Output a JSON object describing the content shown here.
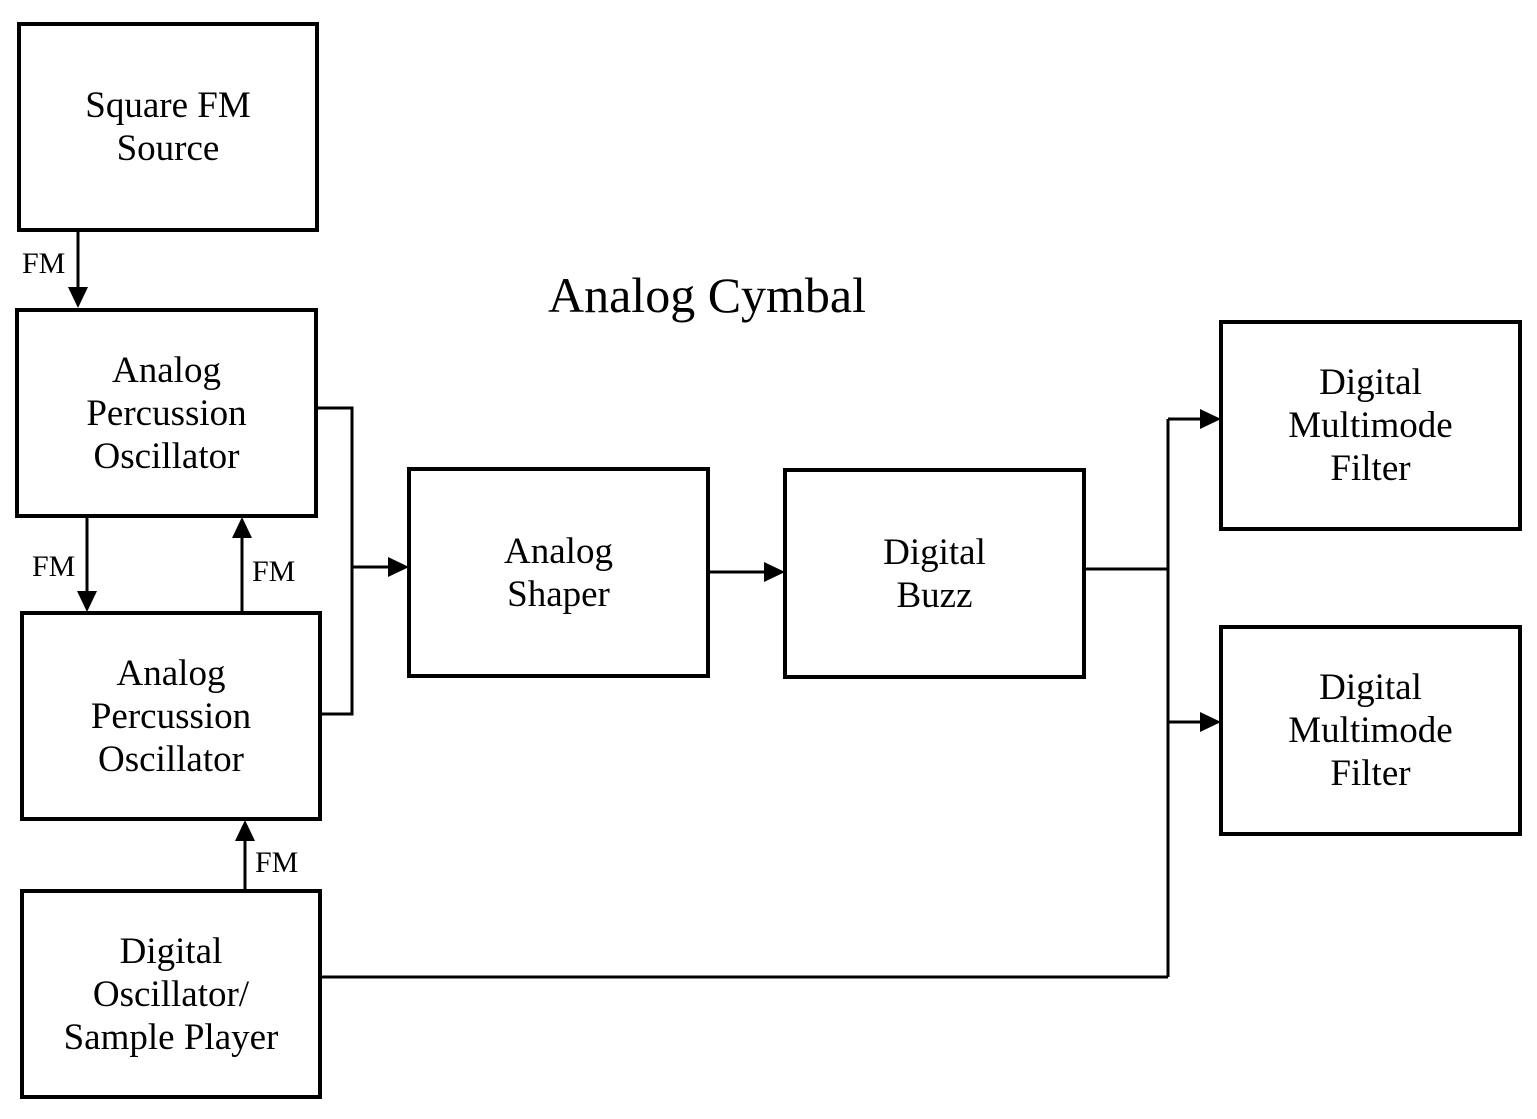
{
  "title": "Analog Cymbal",
  "blocks": {
    "square_fm_source": "Square FM\nSource",
    "analog_perc_osc_1": "Analog\nPercussion\nOscillator",
    "analog_perc_osc_2": "Analog\nPercussion\nOscillator",
    "digital_osc_sample_player": "Digital\nOscillator/\nSample Player",
    "analog_shaper": "Analog\nShaper",
    "digital_buzz": "Digital\nBuzz",
    "digital_multimode_filter_1": "Digital\nMultimode\nFilter",
    "digital_multimode_filter_2": "Digital\nMultimode\nFilter"
  },
  "edge_labels": {
    "fm_source_to_osc1": "FM",
    "osc1_to_osc2": "FM",
    "osc2_to_osc1": "FM",
    "player_to_osc2": "FM"
  }
}
